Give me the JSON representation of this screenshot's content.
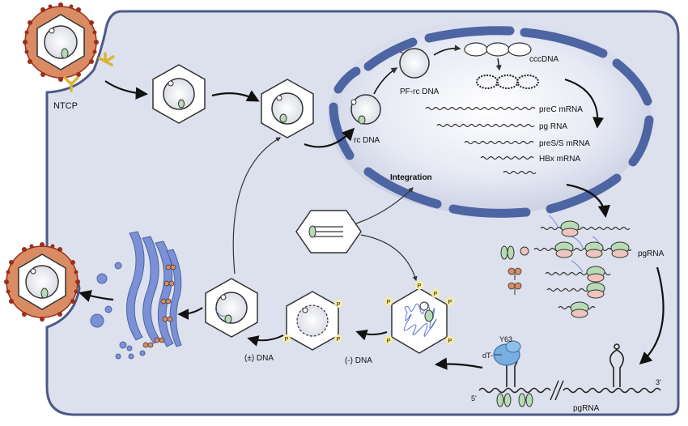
{
  "labels": {
    "ntcp": "NTCP",
    "rc_dna": "rc DNA",
    "pf_rc_dna": "PF-rc DNA",
    "cccdna": "cccDNA",
    "prec_mrna": "preC mRNA",
    "pg_rna": "pg RNA",
    "pres_s_mrna": "preS/S mRNA",
    "hbx_mrna": "HBx mRNA",
    "integration": "Integration",
    "pgrna_right": "pgRNA",
    "y63": "Y63",
    "dt": "dT-",
    "five_prime": "5'",
    "three_prime": "3'",
    "pgrna_bottom": "pgRNA",
    "minus_dna": "(-) DNA",
    "pm_dna": "(±) DNA",
    "p": "P"
  },
  "colors": {
    "cell_fill": "#dde1ee",
    "cell_stroke": "#4d5a86",
    "nuclear_envelope": "#4e65a3",
    "virion_envelope": "#d98b63",
    "spike": "#9b2e1b",
    "receptor": "#d9b537",
    "protein_green": "#b7dbb5",
    "protein_pink": "#eec5c0",
    "er_golgi": "#7c90d6",
    "polymerase": "#79aee0",
    "phospho": "#f5eba6"
  }
}
